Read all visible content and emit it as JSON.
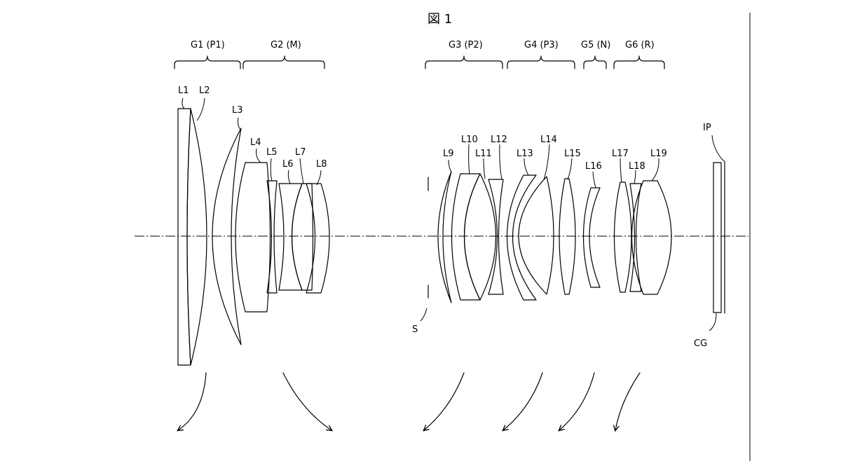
{
  "figure": {
    "title": "図 1"
  },
  "groups": [
    {
      "id": "g1",
      "label": "G1 (P1)"
    },
    {
      "id": "g2",
      "label": "G2 (M)"
    },
    {
      "id": "g3",
      "label": "G3 (P2)"
    },
    {
      "id": "g4",
      "label": "G4 (P3)"
    },
    {
      "id": "g5",
      "label": "G5 (N)"
    },
    {
      "id": "g6",
      "label": "G6 (R)"
    }
  ],
  "lenses": [
    "L1",
    "L2",
    "L3",
    "L4",
    "L5",
    "L6",
    "L7",
    "L8",
    "L9",
    "L10",
    "L11",
    "L12",
    "L13",
    "L14",
    "L15",
    "L16",
    "L17",
    "L18",
    "L19"
  ],
  "other_labels": {
    "stop": "S",
    "image_plane": "IP",
    "cover_glass": "CG"
  }
}
